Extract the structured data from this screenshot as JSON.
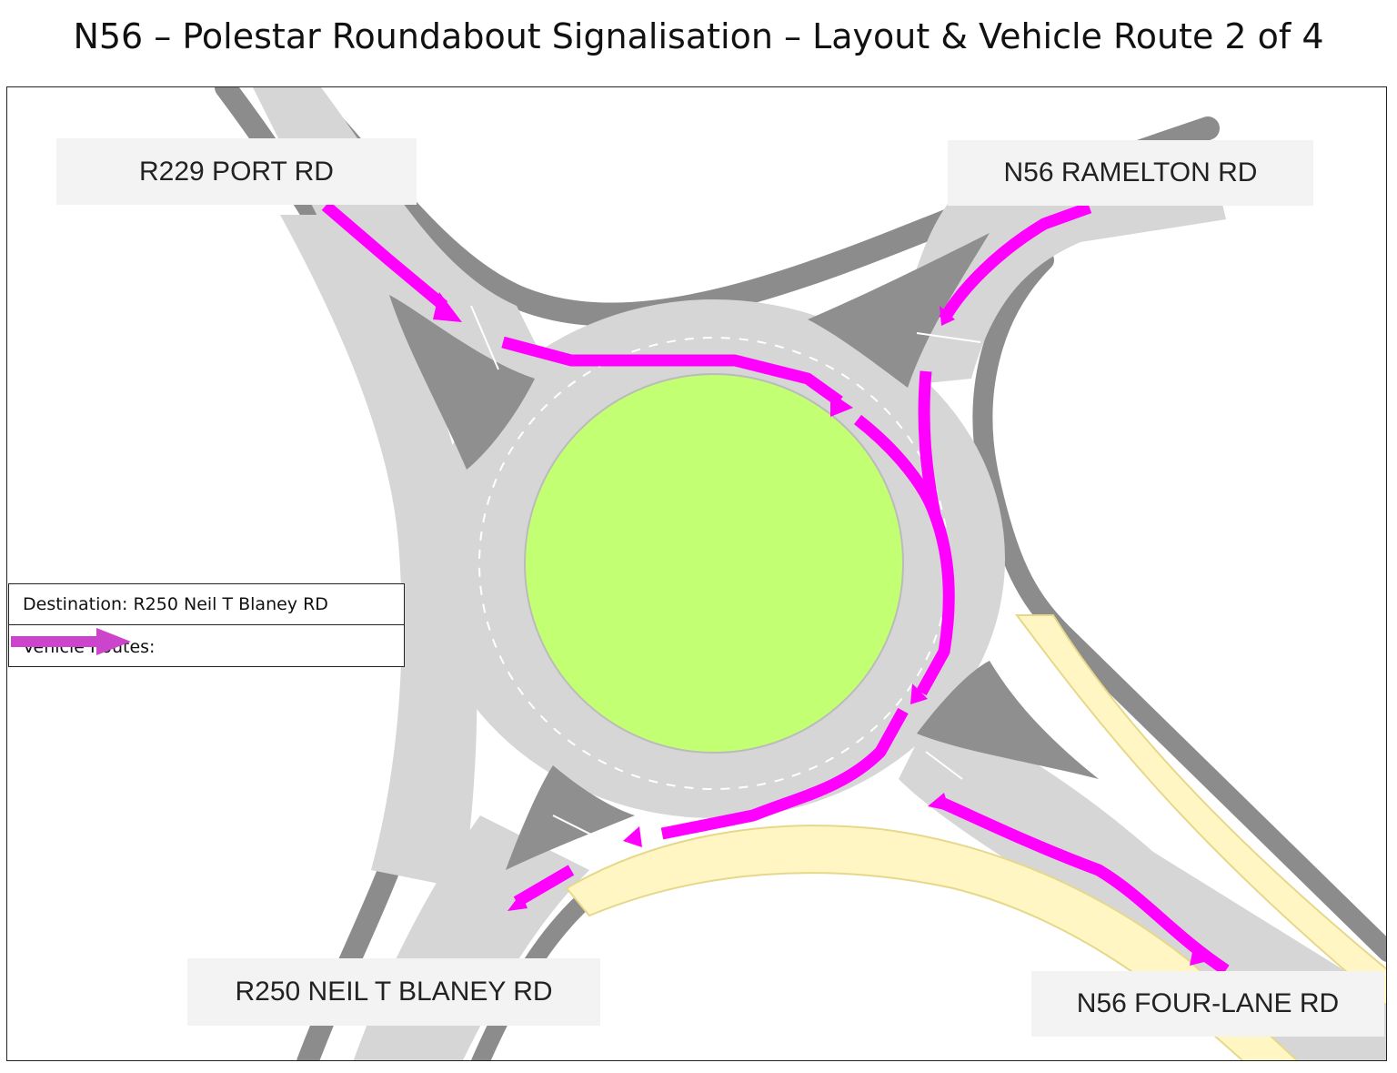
{
  "title": "N56 – Polestar Roundabout Signalisation  – Layout & Vehicle Route 2 of 4",
  "roads": {
    "north_west": "R229 PORT RD",
    "north_east": "N56 RAMELTON RD",
    "south_west": "R250 NEIL T BLANEY RD",
    "south_east": "N56 FOUR-LANE RD"
  },
  "legend": {
    "destination": "Destination: R250 Neil T Blaney RD",
    "routes_label": "Vehicle Routes:"
  },
  "colors": {
    "route": "#ff00ff",
    "legend_arrow": "#cc44cc",
    "island": "#c2ff73",
    "carriageway": "#d6d6d6",
    "kerb": "#8c8c8c",
    "verge": "#fff6c4"
  }
}
